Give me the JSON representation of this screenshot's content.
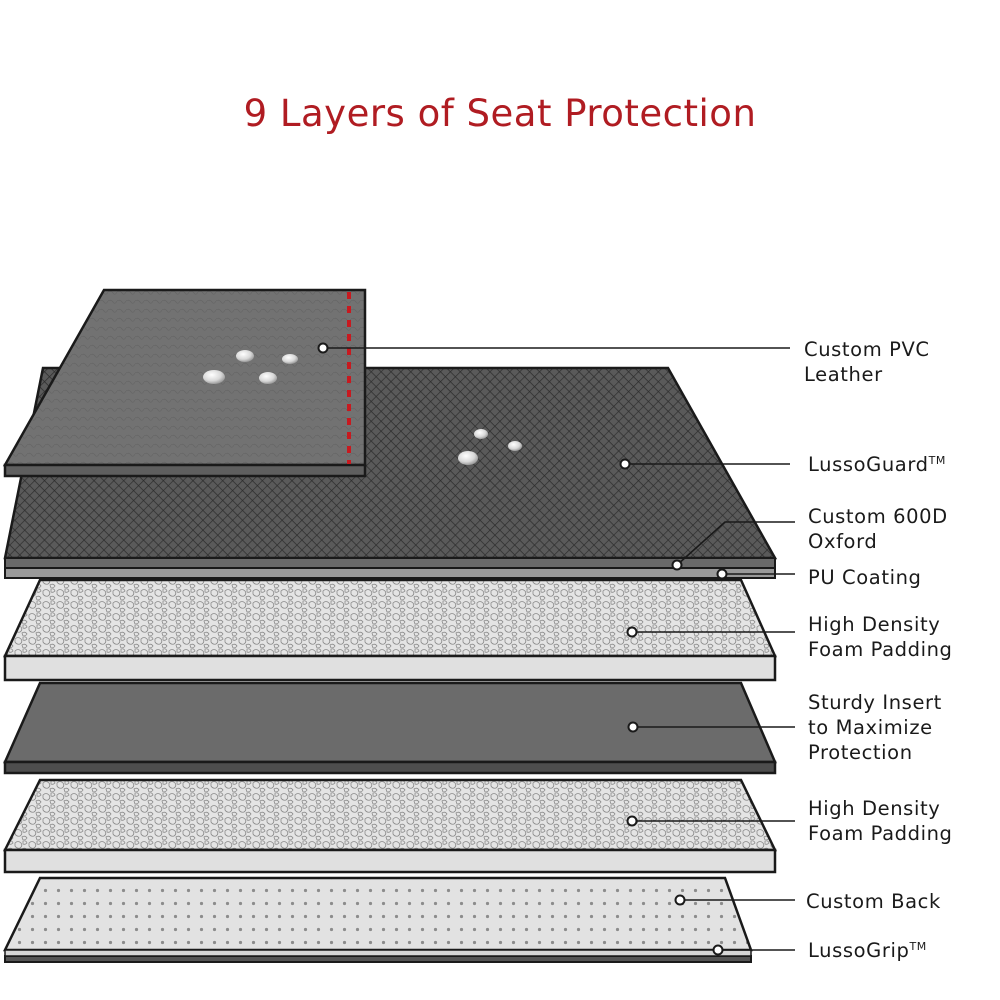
{
  "title": "9 Layers of Seat Protection",
  "colors": {
    "title": "#b01c22",
    "stitch": "#c8191f",
    "dark_layer": "#6b6b6b",
    "light_layer": "#e2e2e2",
    "outline": "#1a1a1a"
  },
  "labels": {
    "pvc": {
      "line1": "Custom PVC",
      "line2": "Leather"
    },
    "lussoguard": {
      "text": "LussoGuard",
      "mark": "TM"
    },
    "oxford": {
      "line1": "Custom 600D",
      "line2": "Oxford"
    },
    "pu": {
      "text": "PU Coating"
    },
    "foam1": {
      "line1": "High Density",
      "line2": "Foam Padding"
    },
    "insert": {
      "line1": "Sturdy Insert",
      "line2": "to Maximize",
      "line3": "Protection"
    },
    "foam2": {
      "line1": "High Density",
      "line2": "Foam Padding"
    },
    "back": {
      "text": "Custom Back"
    },
    "lussogrip": {
      "text": "LussoGrip",
      "mark": "TM"
    }
  }
}
